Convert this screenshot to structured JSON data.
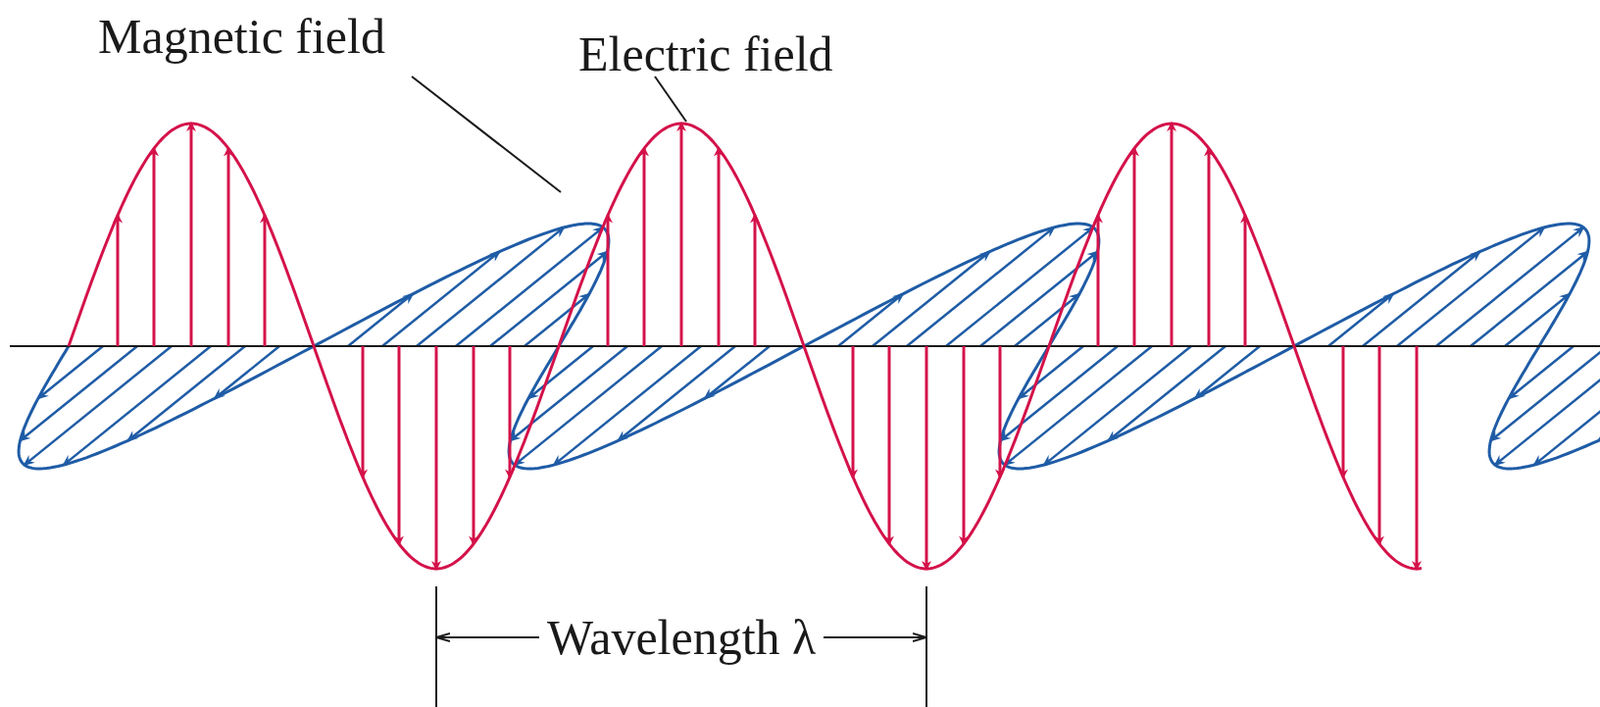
{
  "diagram": {
    "labels": [
      "Magnetic field",
      "Electric field",
      "Wavelength λ"
    ]
  }
}
